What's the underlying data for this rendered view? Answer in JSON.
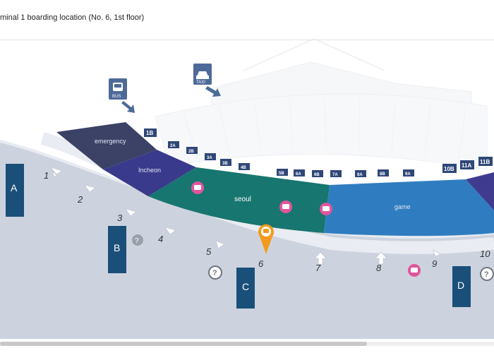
{
  "header": {
    "title": "minal 1 boarding location (No. 6, 1st floor)"
  },
  "legend_icons": {
    "bus_label": "BUS",
    "taxi_label": "TAXI"
  },
  "zones": {
    "emergency": "emergency",
    "incheon": "Incheon",
    "seoul": "seoul",
    "game": "game"
  },
  "gates": [
    "1B",
    "2A",
    "2B",
    "3A",
    "3B",
    "4B",
    "5B",
    "6A",
    "6B",
    "7A",
    "8A",
    "8B",
    "9A",
    "10B",
    "11A",
    "11B"
  ],
  "doors": [
    "1",
    "2",
    "3",
    "4",
    "5",
    "6",
    "7",
    "8",
    "9",
    "10"
  ],
  "exits": {
    "a": "A",
    "b": "B",
    "c": "C",
    "d": "D"
  },
  "colors": {
    "emergency_zone": "#3b4266",
    "incheon_zone": "#3a3a8c",
    "seoul_zone": "#17766f",
    "game_zone": "#2f7dc0",
    "far_zone": "#3f3b8f",
    "walkway": "#cdd3de",
    "exit_pillar": "#1a4f7a",
    "gate_tag": "#2f4777",
    "marker": "#f39a1e",
    "pink_icon": "#e0559c"
  }
}
